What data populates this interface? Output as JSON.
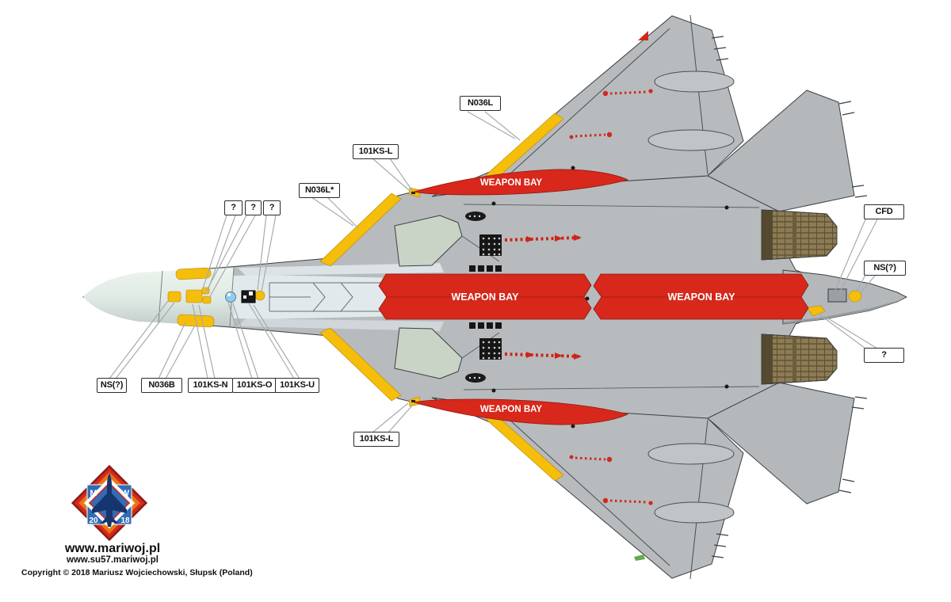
{
  "labels": {
    "n036l": "N036L",
    "ks_l_top": "101KS-L",
    "n036l_star": "N036L*",
    "q1": "?",
    "q2": "?",
    "q3": "?",
    "cfd": "CFD",
    "ns_right": "NS(?)",
    "q_right": "?",
    "ns_left": "NS(?)",
    "n036b": "N036B",
    "ks_n": "101KS-N",
    "ks_o": "101KS-O",
    "ks_u": "101KS-U",
    "ks_l_bottom": "101KS-L"
  },
  "weapon_bays": {
    "main_left": "WEAPON BAY",
    "main_right": "WEAPON BAY",
    "side_top": "WEAPON BAY",
    "side_bottom": "WEAPON BAY"
  },
  "footer": {
    "site": "www.mariwoj.pl",
    "site2": "www.su57.mariwoj.pl",
    "copyright": "Copyright © 2018 Mariusz Wojciechowski, Słupsk (Poland)",
    "logo": {
      "letter_left": "M",
      "letter_right": "W",
      "year_left": "20",
      "year_right": "18"
    }
  },
  "colors": {
    "bay_red": "#d7281b",
    "sensor_yellow": "#f5be0a",
    "airframe_gray": "#b7bbbd",
    "airframe_outline": "#3c4043",
    "nozzle_brown": "#8d7b53",
    "leader_gray": "#a7abae"
  }
}
